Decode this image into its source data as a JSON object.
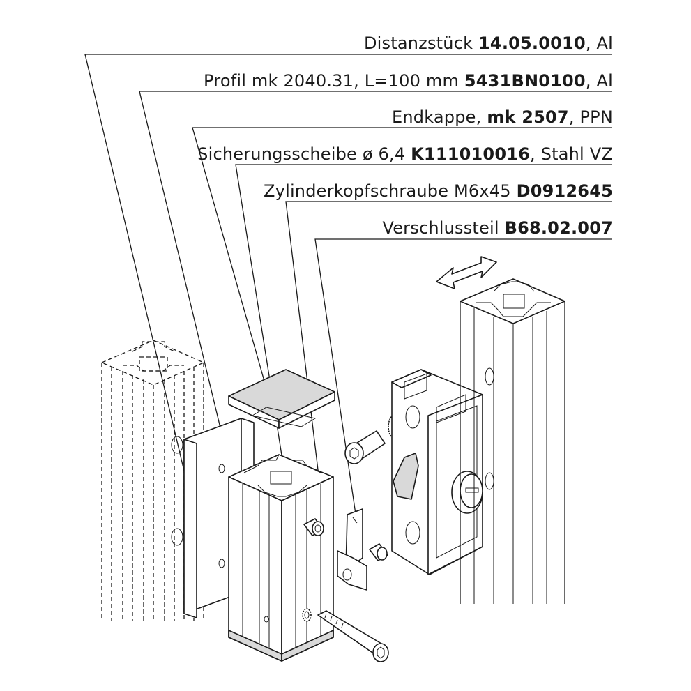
{
  "labels": [
    {
      "text": "Distanzstück ",
      "code": "14.05.0010",
      "suffix": ", Al"
    },
    {
      "text": "Profil mk 2040.31, L=100 mm ",
      "code": "5431BN0100",
      "suffix": ", Al"
    },
    {
      "text": "Endkappe, ",
      "code": "mk 2507",
      "suffix": ", PPN"
    },
    {
      "text": "Sicherungsscheibe ø 6,4 ",
      "code": "K111010016",
      "suffix": ", Stahl VZ"
    },
    {
      "text": "Zylinderkopfschraube M6x45 ",
      "code": "D0912645",
      "suffix": ""
    },
    {
      "text": "Verschlussteil ",
      "code": "B68.02.007",
      "suffix": ""
    }
  ],
  "colors": {
    "line": "#1a1a1a",
    "part_fill": "#ffffff",
    "shade": "#d9d9d9"
  }
}
